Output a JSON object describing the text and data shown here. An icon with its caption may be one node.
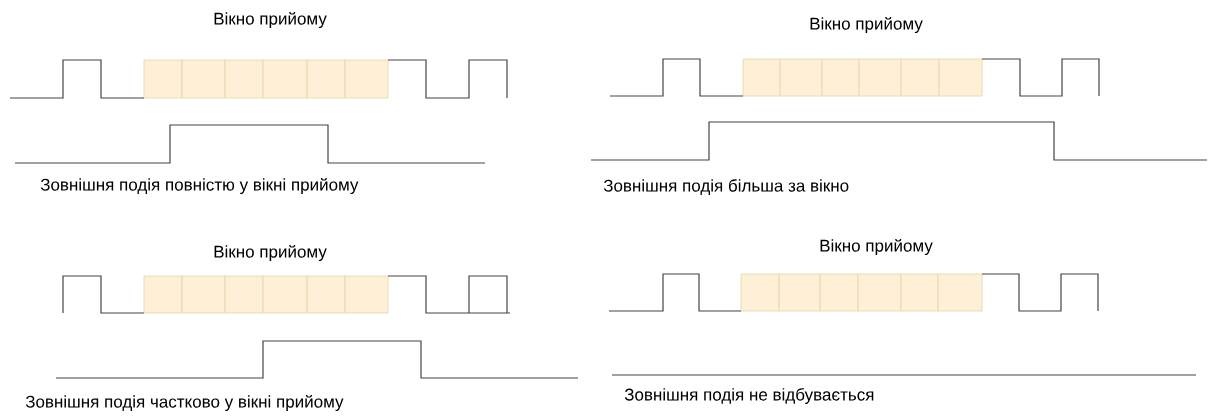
{
  "diagram": {
    "labels": [
      "Вікно прийому",
      "Вікно прийому",
      "Зовнішня подія повністю у вікні прийому",
      "Зовнішня подія більша за вікно",
      "Вікно прийому",
      "Вікно прийому",
      "Зовнішня подія частково у вікні прийому",
      "Зовнішня подія не відбувається"
    ]
  }
}
